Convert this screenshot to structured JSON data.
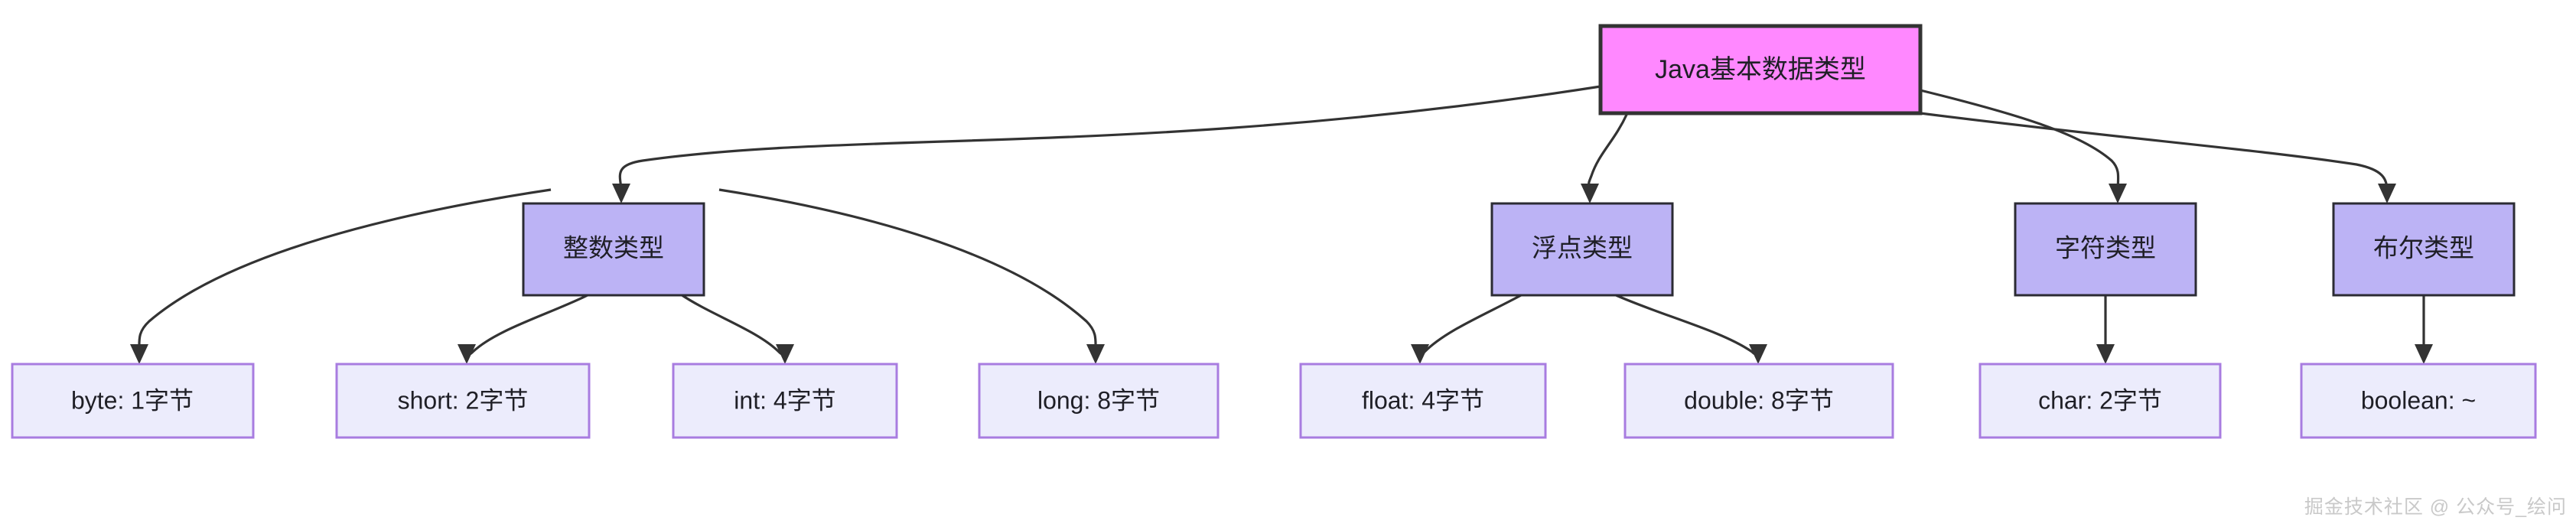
{
  "diagram": {
    "type": "flowchart",
    "orientation": "top-down",
    "title": "Java基本数据类型",
    "background_color": "#ffffff",
    "colors": {
      "root_fill": "#ff88ff",
      "root_stroke": "#333333",
      "mid_fill": "#bcb3f5",
      "mid_stroke": "#2b2b33",
      "leaf_fill": "#ececfc",
      "leaf_stroke": "#a87ce0",
      "edge_stroke": "#333333",
      "label_color": "#1f1f26",
      "watermark_color": "#c9c9c9"
    },
    "nodes": {
      "root": {
        "label": "Java基本数据类型"
      },
      "mid": [
        {
          "id": "integer",
          "label": "整数类型"
        },
        {
          "id": "floating",
          "label": "浮点类型"
        },
        {
          "id": "character",
          "label": "字符类型"
        },
        {
          "id": "boolean",
          "label": "布尔类型"
        }
      ],
      "leaves": [
        {
          "id": "byte",
          "label": "byte: 1字节",
          "parent": "integer"
        },
        {
          "id": "short",
          "label": "short: 2字节",
          "parent": "integer"
        },
        {
          "id": "int",
          "label": "int: 4字节",
          "parent": "integer"
        },
        {
          "id": "long",
          "label": "long: 8字节",
          "parent": "integer"
        },
        {
          "id": "float",
          "label": "float: 4字节",
          "parent": "floating"
        },
        {
          "id": "double",
          "label": "double: 8字节",
          "parent": "floating"
        },
        {
          "id": "char",
          "label": "char: 2字节",
          "parent": "character"
        },
        {
          "id": "boolean",
          "label": "boolean: ~",
          "parent": "boolean"
        }
      ]
    },
    "edges": [
      {
        "from": "Java基本数据类型",
        "to": "整数类型"
      },
      {
        "from": "Java基本数据类型",
        "to": "浮点类型"
      },
      {
        "from": "Java基本数据类型",
        "to": "字符类型"
      },
      {
        "from": "Java基本数据类型",
        "to": "布尔类型"
      },
      {
        "from": "整数类型",
        "to": "byte: 1字节"
      },
      {
        "from": "整数类型",
        "to": "short: 2字节"
      },
      {
        "from": "整数类型",
        "to": "int: 4字节"
      },
      {
        "from": "整数类型",
        "to": "long: 8字节"
      },
      {
        "from": "浮点类型",
        "to": "float: 4字节"
      },
      {
        "from": "浮点类型",
        "to": "double: 8字节"
      },
      {
        "from": "字符类型",
        "to": "char: 2字节"
      },
      {
        "from": "布尔类型",
        "to": "boolean: ~"
      }
    ]
  },
  "watermark": {
    "text": "掘金技术社区 @ 公众号_绘问"
  }
}
